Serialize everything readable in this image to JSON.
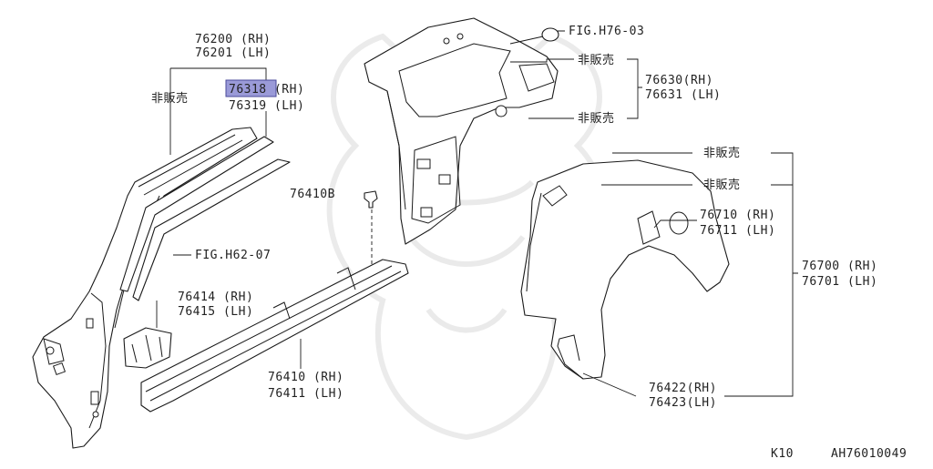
{
  "labels": {
    "pillar_rh": "76200 (RH)",
    "pillar_lh": "76201 (LH)",
    "not_sold_left": "非販売",
    "reinf_rh": "76318 (RH)",
    "reinf_lh": "76319 (LH)",
    "fig_h62": "FIG.H62-07",
    "fig_h76": "FIG.H76-03",
    "not_sold_top": "非販売",
    "panel_76630": "76630(RH)",
    "panel_76631": "76631 (LH)",
    "not_sold_mid": "非販売",
    "clip": "76410B",
    "bracket_rh": "76414 (RH)",
    "bracket_lh": "76415 (LH)",
    "sill_rh": "76410 (RH)",
    "sill_lh": "76411 (LH)",
    "not_sold_right1": "非販売",
    "not_sold_right2": "非販売",
    "housing_rh": "76710 (RH)",
    "housing_lh": "76711 (LH)",
    "outer_rh": "76700 (RH)",
    "outer_lh": "76701 (LH)",
    "ext_rh": "76422(RH)",
    "ext_lh": "76423(LH)",
    "model_code": "K10",
    "diagram_code": "AH76010049"
  },
  "highlight_color": "#9a9ad8"
}
